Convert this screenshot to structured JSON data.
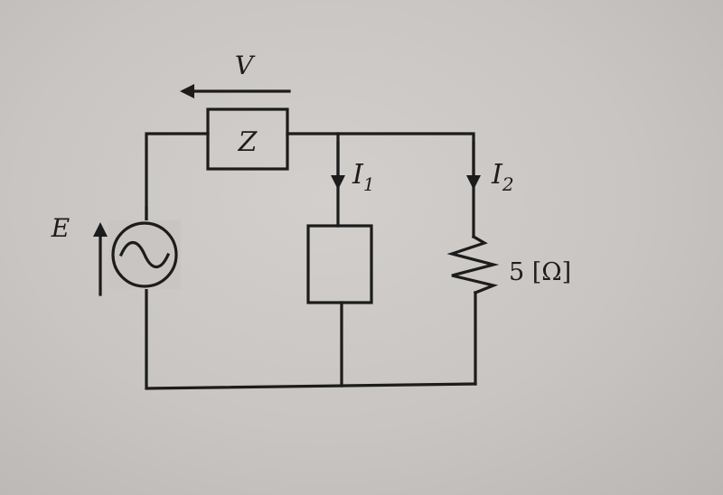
{
  "diagram": {
    "source_label": "E",
    "impedance_label": "Z",
    "voltage_label": "V",
    "current_1": {
      "symbol": "I",
      "subscript": "1"
    },
    "current_2": {
      "symbol": "I",
      "subscript": "2"
    },
    "resistor_value": "5 [Ω]"
  },
  "colors": {
    "paper": "#c9c6c3",
    "ink": "#1c1c1c"
  },
  "icons": {
    "source": "ac-voltage-source-icon",
    "resistor": "resistor-zigzag-icon",
    "impedance": "impedance-box-icon",
    "arrow": "arrow-icon"
  }
}
